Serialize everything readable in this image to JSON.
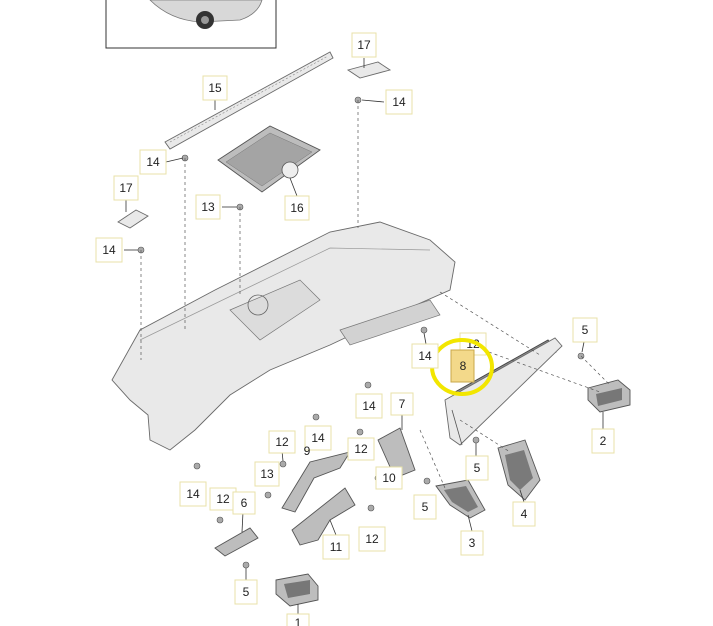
{
  "labels": [
    {
      "id": "15",
      "text": "15"
    },
    {
      "id": "17a",
      "text": "17"
    },
    {
      "id": "14a",
      "text": "14"
    },
    {
      "id": "14b",
      "text": "14"
    },
    {
      "id": "17b",
      "text": "17"
    },
    {
      "id": "13a",
      "text": "13"
    },
    {
      "id": "16",
      "text": "16"
    },
    {
      "id": "14c",
      "text": "14"
    },
    {
      "id": "5a",
      "text": "5"
    },
    {
      "id": "12a",
      "text": "12"
    },
    {
      "id": "8",
      "text": "8"
    },
    {
      "id": "14d",
      "text": "14"
    },
    {
      "id": "14e",
      "text": "14"
    },
    {
      "id": "7",
      "text": "7"
    },
    {
      "id": "2",
      "text": "2"
    },
    {
      "id": "14f",
      "text": "14"
    },
    {
      "id": "12b",
      "text": "12"
    },
    {
      "id": "9",
      "text": "9"
    },
    {
      "id": "12c",
      "text": "12"
    },
    {
      "id": "13b",
      "text": "13"
    },
    {
      "id": "10",
      "text": "10"
    },
    {
      "id": "5b",
      "text": "5"
    },
    {
      "id": "4",
      "text": "4"
    },
    {
      "id": "14g",
      "text": "14"
    },
    {
      "id": "12d",
      "text": "12"
    },
    {
      "id": "6",
      "text": "6"
    },
    {
      "id": "5c",
      "text": "5"
    },
    {
      "id": "12e",
      "text": "12"
    },
    {
      "id": "11",
      "text": "11"
    },
    {
      "id": "3",
      "text": "3"
    },
    {
      "id": "5d",
      "text": "5"
    },
    {
      "id": "1",
      "text": "1"
    }
  ],
  "highlight": {
    "part": "8",
    "ring_color": "#f2e600",
    "box_fill": "#f3d98a"
  }
}
